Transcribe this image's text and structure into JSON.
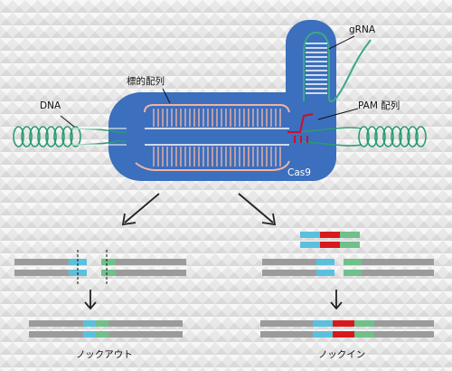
{
  "labels": {
    "dna": "DNA",
    "target_sequence": "標的配列",
    "grna": "gRNA",
    "pam_sequence": "PAM 配列",
    "cas9": "Cas9",
    "knockout": "ノックアウト",
    "knockin": "ノックイン"
  },
  "colors": {
    "background": "#e9e9e9",
    "cas9_blue": "#3c6fbd",
    "dna_green": "#2a9d6f",
    "grna_green": "#3aa889",
    "target_pink": "#f0b3a3",
    "pam_red": "#c8102e",
    "strand_gray": "#9b9b9b",
    "segment_cyan": "#5bc0de",
    "segment_green": "#6fc08a",
    "segment_red": "#d7191c"
  }
}
